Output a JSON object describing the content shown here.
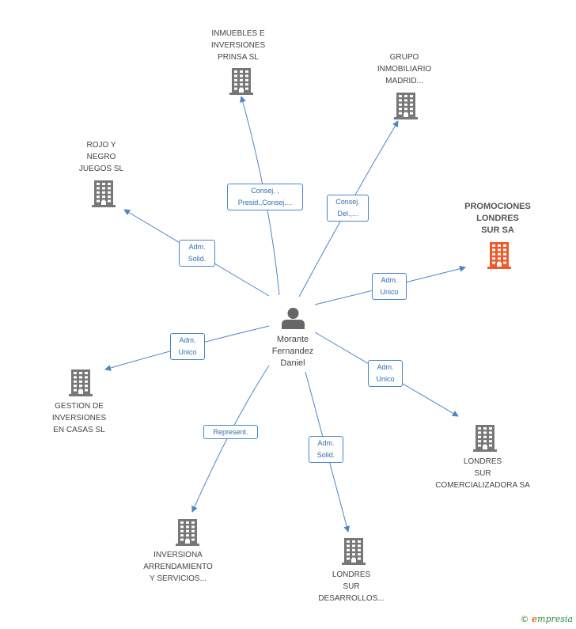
{
  "center": {
    "name": "Morante\nFernandez\nDaniel",
    "icon": "person-icon"
  },
  "companies": [
    {
      "id": "inmuebles",
      "label": "INMUEBLES E\nINVERSIONES\nPRINSA SL",
      "icon": "building-icon",
      "highlight": false
    },
    {
      "id": "grupo",
      "label": "GRUPO\nINMOBILIARIO\nMADRID...",
      "icon": "building-icon",
      "highlight": false
    },
    {
      "id": "rojo",
      "label": "ROJO Y\nNEGRO\nJUEGOS  SL",
      "icon": "building-icon",
      "highlight": false
    },
    {
      "id": "promociones",
      "label": "PROMOCIONES\nLONDRES\nSUR SA",
      "icon": "building-icon",
      "highlight": true
    },
    {
      "id": "gestion",
      "label": "GESTION DE\nINVERSIONES\nEN CASAS SL",
      "icon": "building-icon",
      "highlight": false
    },
    {
      "id": "comercializadora",
      "label": "LONDRES\nSUR\nCOMERCIALIZADORA SA",
      "icon": "building-icon",
      "highlight": false
    },
    {
      "id": "inversiona",
      "label": "INVERSIONA\nARRENDAMIENTO\nY SERVICIOS...",
      "icon": "building-icon",
      "highlight": false
    },
    {
      "id": "desarrollos",
      "label": "LONDRES\nSUR\nDESARROLLOS...",
      "icon": "building-icon",
      "highlight": false
    }
  ],
  "relations": [
    {
      "target": "inmuebles",
      "role": "Consej. ,\nPresid.,Consej...."
    },
    {
      "target": "grupo",
      "role": "Consej.\nDel.,..."
    },
    {
      "target": "rojo",
      "role": "Adm.\nSolid."
    },
    {
      "target": "promociones",
      "role": "Adm.\nUnico"
    },
    {
      "target": "gestion",
      "role": "Adm.\nUnico"
    },
    {
      "target": "comercializadora",
      "role": "Adm.\nUnico"
    },
    {
      "target": "inversiona",
      "role": "Represent."
    },
    {
      "target": "desarrollos",
      "role": "Adm.\nSolid."
    }
  ],
  "colors": {
    "edge": "#4a86c8",
    "building": "#777777",
    "building_highlight": "#f05a28",
    "person": "#666666"
  },
  "footer": {
    "copyright": "©",
    "brand_e": "e",
    "brand_rest": "mpresia"
  }
}
